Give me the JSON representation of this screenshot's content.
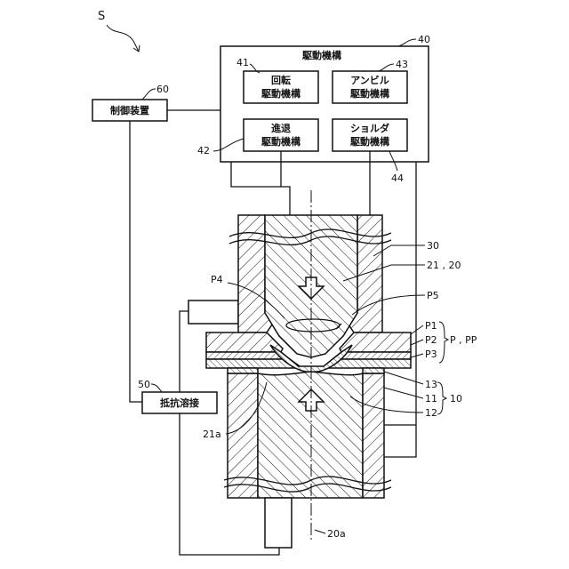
{
  "figure_label": "S",
  "drive_mechanism": {
    "title": "駆動機構",
    "ref": "40",
    "rotation": {
      "ref": "41",
      "line1": "回転",
      "line2": "駆動機構"
    },
    "anvil": {
      "ref": "43",
      "line1": "アンビル",
      "line2": "駆動機構"
    },
    "advance": {
      "ref": "42",
      "line1": "進退",
      "line2": "駆動機構"
    },
    "shoulder": {
      "ref": "44",
      "line1": "ショルダ",
      "line2": "駆動機構"
    }
  },
  "controller": {
    "label": "制御装置",
    "ref": "60"
  },
  "resistance_welder": {
    "label": "抵抗溶接",
    "ref": "50"
  },
  "parts": {
    "tool": "30",
    "shoulder": "21 , 20",
    "p4": "P4",
    "p5": "P5",
    "p1": "P1",
    "p2": "P2",
    "p3": "P3",
    "p_group": "P , PP",
    "r13": "13",
    "r11": "11",
    "r12": "12",
    "r10": "10",
    "r21a": "21a",
    "r20a": "20a"
  }
}
